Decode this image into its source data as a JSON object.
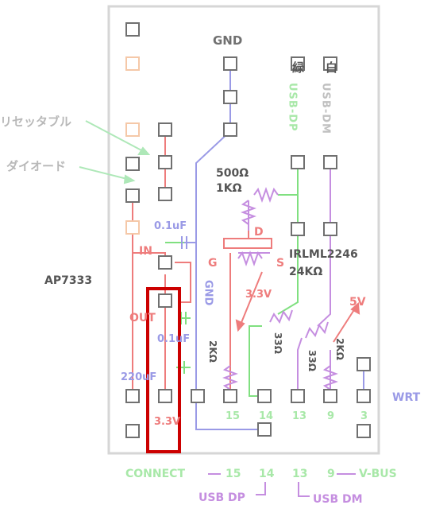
{
  "labels": {
    "gnd_top": "GND",
    "green_kanji": "緑",
    "white_kanji": "白",
    "usb_dp_vertical": "USB-DP",
    "usb_dm_vertical": "USB-DM",
    "resettable": "リセッタブル",
    "diode": "ダイオード",
    "r500": "500Ω",
    "r1k": "1KΩ",
    "d": "D",
    "g": "G",
    "s": "S",
    "cap_top": "0.1uF",
    "in": "IN",
    "ap": "AP7333",
    "irlml": "IRLML2246",
    "r24k": "24KΩ",
    "gnd_mid": "GND",
    "v33_arrow": "3.3V",
    "v5": "5V",
    "out": "OUT",
    "cap_mid": "0.1uF",
    "r33a": "33Ω",
    "r33b": "33Ω",
    "r2k_a": "2KΩ",
    "r2k_b": "2KΩ",
    "cap220": "220uF",
    "wrt": "WRT",
    "pin15": "15",
    "pin14": "14",
    "pin13": "13",
    "pin9": "9",
    "pin3": "3",
    "v33_bottom": "3.3V"
  },
  "legend": {
    "connect": "CONNECT",
    "n15": "15",
    "n14": "14",
    "n13": "13",
    "n9": "9",
    "vbus": "V-BUS",
    "usb_dp": "USB DP",
    "usb_dm": "USB DM"
  },
  "colors": {
    "board_border": "#d6d6d6",
    "pad": "#707070",
    "blue": "#9a9ae6",
    "red": "#ee7c7c",
    "green": "#80e080",
    "violet": "#c58ee0",
    "pale_green": "#aee8b8",
    "highlight": "#cc0000",
    "label_gray": "#666666",
    "faded": "#b8b8b8"
  }
}
